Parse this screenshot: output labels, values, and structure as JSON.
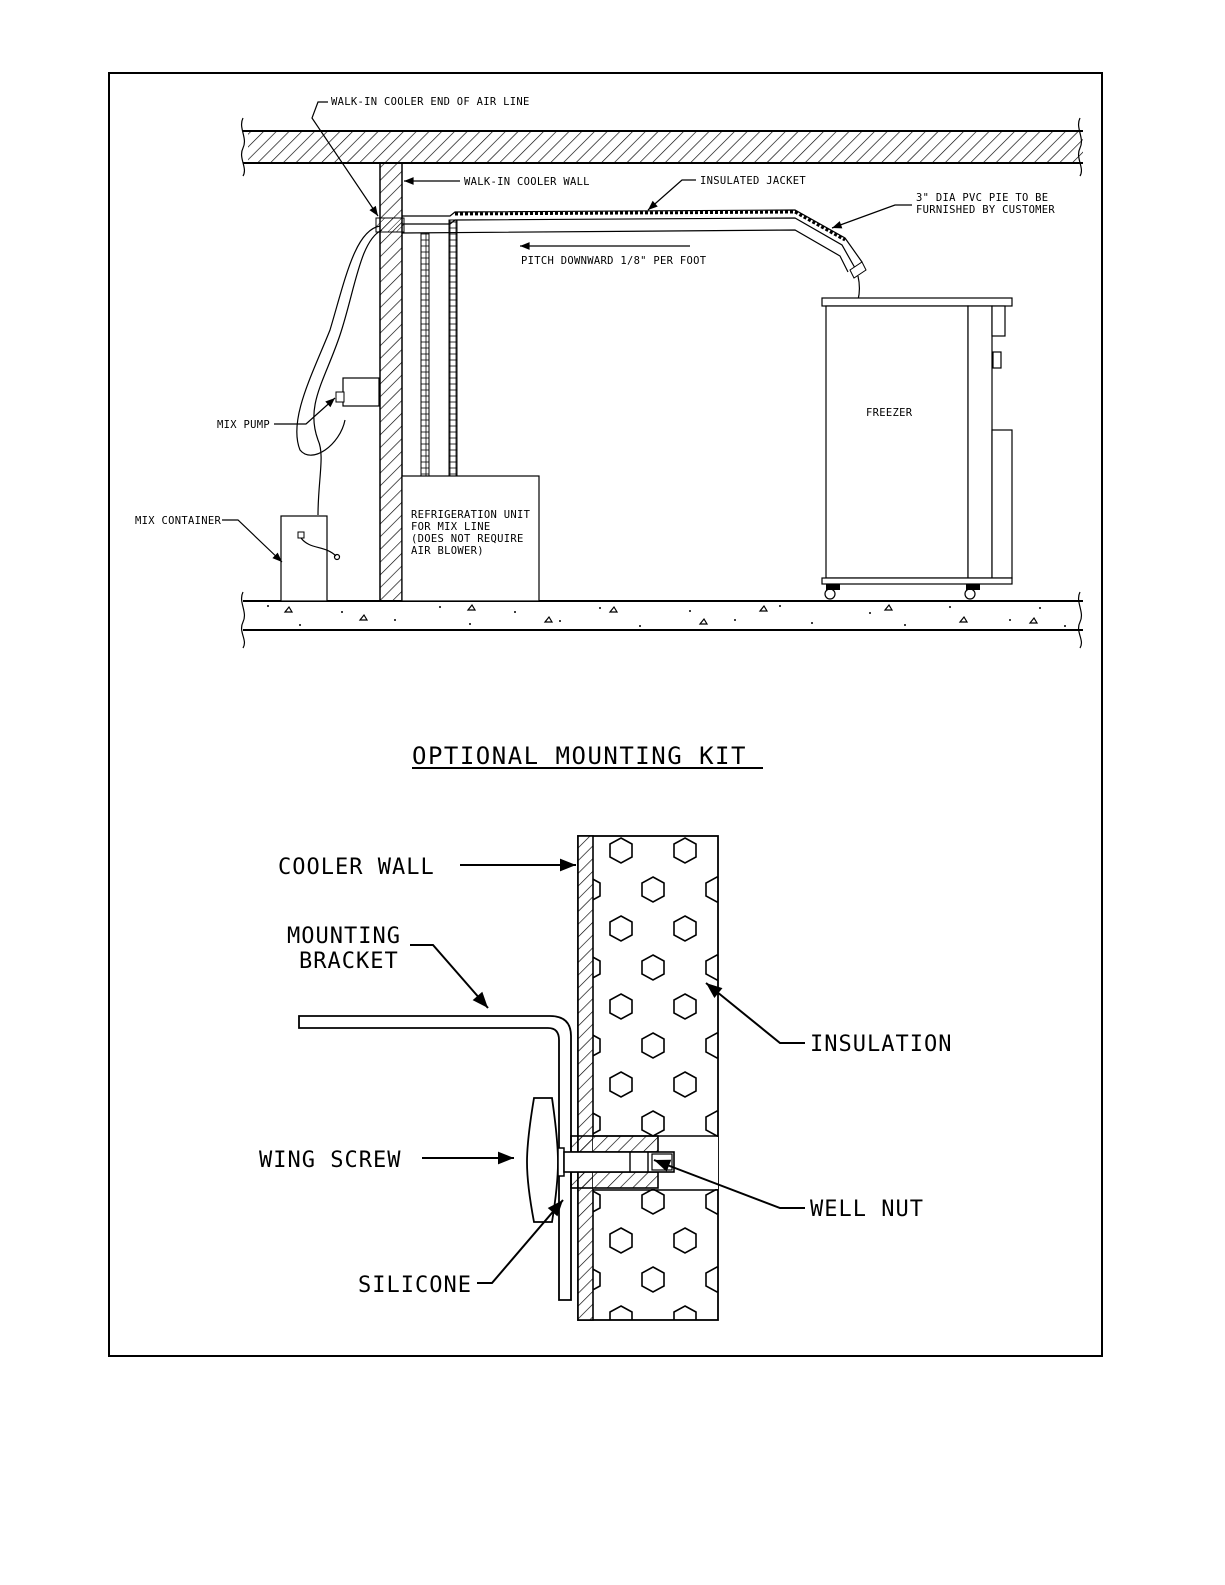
{
  "top_diagram": {
    "labels": {
      "air_line_end": "WALK-IN COOLER END OF AIR LINE",
      "cooler_wall": "WALK-IN COOLER WALL",
      "insulated_jacket": "INSULATED JACKET",
      "pvc_pipe_line1": "3\" DIA PVC PIE TO BE",
      "pvc_pipe_line2": "FURNISHED BY CUSTOMER",
      "pitch": "PITCH DOWNWARD 1/8\" PER FOOT",
      "freezer": "FREEZER",
      "mix_pump": "MIX PUMP",
      "mix_container": "MIX CONTAINER",
      "refrig_line1": "REFRIGERATION UNIT",
      "refrig_line2": "FOR MIX LINE",
      "refrig_line3": "(DOES NOT REQUIRE",
      "refrig_line4": "AIR BLOWER)"
    }
  },
  "kit": {
    "title": "OPTIONAL MOUNTING KIT",
    "labels": {
      "cooler_wall": "COOLER WALL",
      "mounting_line1": "MOUNTING",
      "mounting_line2": "BRACKET",
      "insulation": "INSULATION",
      "wing_screw": "WING SCREW",
      "well_nut": "WELL NUT",
      "silicone": "SILICONE"
    }
  }
}
